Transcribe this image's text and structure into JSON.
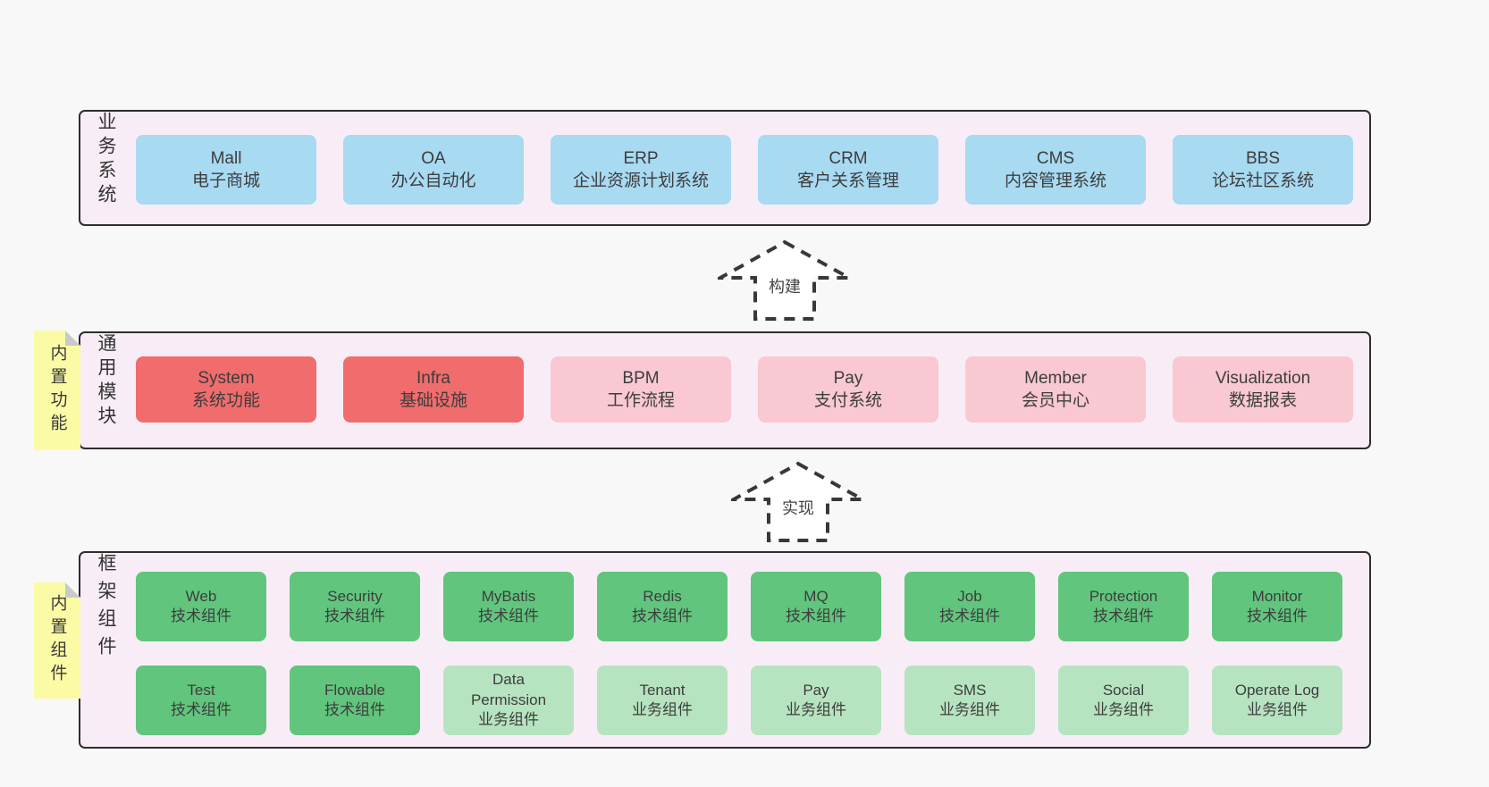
{
  "colors": {
    "page_background": "#f8f8f8",
    "layer_background": "#f8edf6",
    "layer_border": "#2d2d2d",
    "blue_box": "#a8daf2",
    "red_box": "#f16c6c",
    "pink_box": "#f9c8d2",
    "green_box": "#61c57d",
    "light_green_box": "#b7e4c0",
    "sticky_yellow": "#fbfba6",
    "sticky_fold_gray": "#c9c9c9",
    "arrow_dash": "#383838"
  },
  "arrows": [
    {
      "label": "构建"
    },
    {
      "label": "实现"
    }
  ],
  "layers": [
    {
      "label": "业务系统",
      "rows": [
        [
          {
            "title": "Mall",
            "subtitle": "电子商城",
            "variant": "blue"
          },
          {
            "title": "OA",
            "subtitle": "办公自动化",
            "variant": "blue"
          },
          {
            "title": "ERP",
            "subtitle": "企业资源计划系统",
            "variant": "blue"
          },
          {
            "title": "CRM",
            "subtitle": "客户关系管理",
            "variant": "blue"
          },
          {
            "title": "CMS",
            "subtitle": "内容管理系统",
            "variant": "blue"
          },
          {
            "title": "BBS",
            "subtitle": "论坛社区系统",
            "variant": "blue"
          }
        ]
      ]
    },
    {
      "label": "通用模块",
      "sticky": "内置功能",
      "rows": [
        [
          {
            "title": "System",
            "subtitle": "系统功能",
            "variant": "red"
          },
          {
            "title": "Infra",
            "subtitle": "基础设施",
            "variant": "red"
          },
          {
            "title": "BPM",
            "subtitle": "工作流程",
            "variant": "pink"
          },
          {
            "title": "Pay",
            "subtitle": "支付系统",
            "variant": "pink"
          },
          {
            "title": "Member",
            "subtitle": "会员中心",
            "variant": "pink"
          },
          {
            "title": "Visualization",
            "subtitle": "数据报表",
            "variant": "pink"
          }
        ]
      ]
    },
    {
      "label": "框架组件",
      "sticky": "内置组件",
      "rows": [
        [
          {
            "title": "Web",
            "subtitle": "技术组件",
            "variant": "green"
          },
          {
            "title": "Security",
            "subtitle": "技术组件",
            "variant": "green"
          },
          {
            "title": "MyBatis",
            "subtitle": "技术组件",
            "variant": "green"
          },
          {
            "title": "Redis",
            "subtitle": "技术组件",
            "variant": "green"
          },
          {
            "title": "MQ",
            "subtitle": "技术组件",
            "variant": "green"
          },
          {
            "title": "Job",
            "subtitle": "技术组件",
            "variant": "green"
          },
          {
            "title": "Protection",
            "subtitle": "技术组件",
            "variant": "green"
          },
          {
            "title": "Monitor",
            "subtitle": "技术组件",
            "variant": "green"
          }
        ],
        [
          {
            "title": "Test",
            "subtitle": "技术组件",
            "variant": "green"
          },
          {
            "title": "Flowable",
            "subtitle": "技术组件",
            "variant": "green"
          },
          {
            "title": "Data Permission",
            "subtitle": "业务组件",
            "variant": "lgreen"
          },
          {
            "title": "Tenant",
            "subtitle": "业务组件",
            "variant": "lgreen"
          },
          {
            "title": "Pay",
            "subtitle": "业务组件",
            "variant": "lgreen"
          },
          {
            "title": "SMS",
            "subtitle": "业务组件",
            "variant": "lgreen"
          },
          {
            "title": "Social",
            "subtitle": "业务组件",
            "variant": "lgreen"
          },
          {
            "title": "Operate Log",
            "subtitle": "业务组件",
            "variant": "lgreen"
          }
        ]
      ]
    }
  ]
}
